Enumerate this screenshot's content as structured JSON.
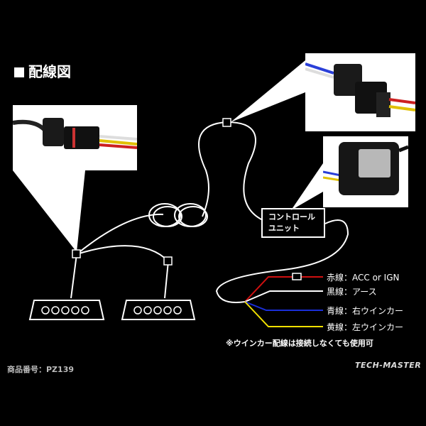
{
  "title": "配線図",
  "control_unit": {
    "line1": "コントロール",
    "line2": "ユニット"
  },
  "wires": [
    {
      "label": "赤線：ACC or IGN",
      "color": "#d01010"
    },
    {
      "label": "黒線：アース",
      "color": "#ffffff"
    },
    {
      "label": "青線：右ウインカー",
      "color": "#1a2fd8"
    },
    {
      "label": "黄線：左ウインカー",
      "color": "#f0e000"
    }
  ],
  "note": "※ウインカー配線は接続しなくても使用可",
  "product_number": "商品番号：PZ139",
  "brand": "TECH-MASTER"
}
